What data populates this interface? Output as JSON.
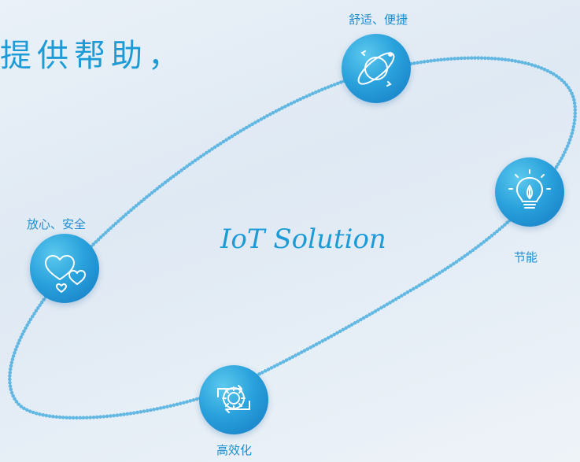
{
  "headline": "提供帮助，",
  "center_title": "IoT Solution",
  "nodes": {
    "comfort": {
      "label": "舒适、便捷",
      "icon": "orbit-planet-icon"
    },
    "energy": {
      "label": "节能",
      "icon": "lightbulb-leaf-icon"
    },
    "efficiency": {
      "label": "高效化",
      "icon": "gear-cycle-icon"
    },
    "safety": {
      "label": "放心、安全",
      "icon": "hearts-icon"
    }
  },
  "colors": {
    "accent": "#1d9bd6",
    "node_dark": "#1379c3",
    "node_light": "#5cc9ee",
    "orbit_dots": "#4aaede"
  }
}
